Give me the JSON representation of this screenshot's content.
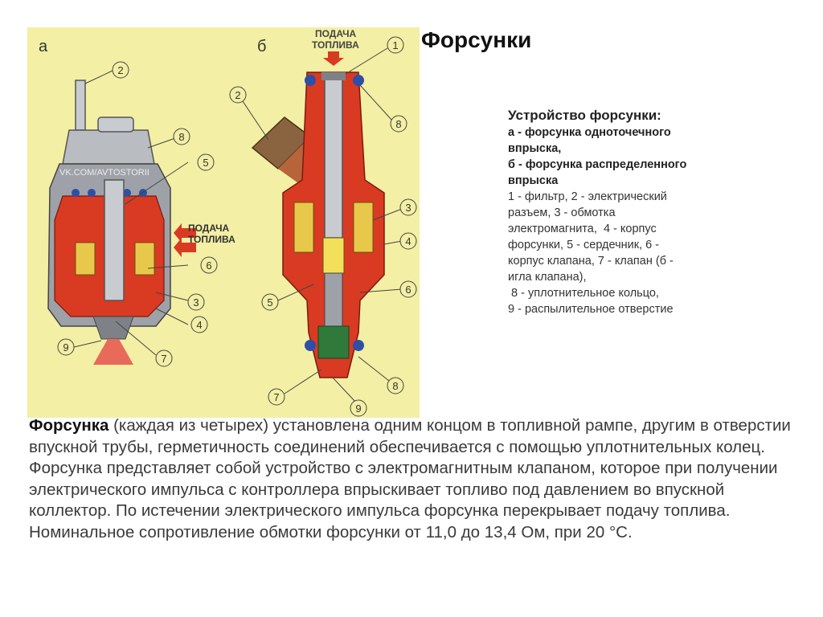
{
  "title": "Форсунки",
  "figure": {
    "panel_a_label": "а",
    "panel_b_label": "б",
    "watermark": "VK.COM/AVTOSTORII",
    "fuel_supply_a": [
      "ПОДАЧА",
      "ТОПЛИВА"
    ],
    "fuel_supply_b": [
      "ПОДАЧА",
      "ТОПЛИВА"
    ],
    "callouts_a": [
      "2",
      "8",
      "5",
      "6",
      "3",
      "4",
      "7",
      "9"
    ],
    "callouts_b": [
      "1",
      "2",
      "8",
      "3",
      "4",
      "5",
      "6",
      "8",
      "7",
      "9"
    ],
    "colors": {
      "background": "#f3efa4",
      "body_red": "#d93a22",
      "metal_grey": "#b9bcc0",
      "coil_yellow": "#e8c84a",
      "seal_blue": "#2d4fa8",
      "spray": "#e86a5a"
    }
  },
  "legend": {
    "heading": "Устройство форсунки:",
    "bold_lines": [
      "а - форсунка одноточечного",
      "впрыска,",
      "б - форсунка распределенного",
      "впрыска"
    ],
    "lines": [
      "1 - фильтр, 2 - электрический",
      "разъем, 3 - обмотка",
      "электромагнита,  4 - корпус",
      "форсунки, 5 - сердечник, 6 -",
      "корпус клапана, 7 - клапан (б -",
      "игла клапана),",
      " 8 - уплотнительное кольцо,",
      "9 - распылительное отверстие"
    ]
  },
  "body": {
    "p1_bold": "Форсунка",
    "p1_rest": " (каждая из четырех) установлена одним концом в топливной рампе, другим в отверстии впускной трубы, герметичность соединений обеспечивается с помощью уплотнительных колец.",
    "p2": "Форсунка представляет собой устройство с электромагнитным клапаном, которое при получении электрического импульса с контроллера впрыскивает топливо под давлением во впускной коллектор. По истечении электрического импульса форсунка перекрывает подачу топлива. Номинальное сопротивление обмотки форсунки от 11,0 до 13,4 Ом, при 20 °С."
  }
}
